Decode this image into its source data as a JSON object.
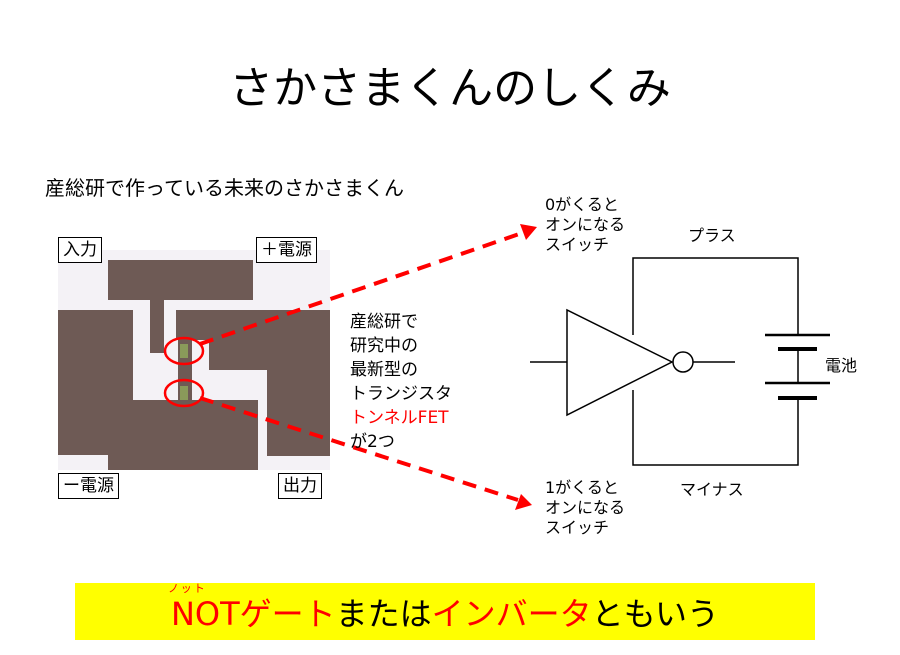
{
  "title": "さかさまくんのしくみ",
  "subtitle": "産総研で作っている未来のさかさまくん",
  "photo_labels": {
    "input": "入力",
    "plus_power": "＋電源",
    "minus_power": "ー電源",
    "output": "出力"
  },
  "middle_text": {
    "lines": [
      "産総研で",
      "研究中の",
      "最新型の",
      "トランジスタ"
    ],
    "highlight": "トンネルFET",
    "last": "が2つ"
  },
  "switch_top": [
    "0がくると",
    "オンになる",
    "スイッチ"
  ],
  "switch_bottom": [
    "1がくると",
    "オンになる",
    "スイッチ"
  ],
  "circuit": {
    "plus": "プラス",
    "minus": "マイナス",
    "battery": "電池"
  },
  "banner": {
    "ruby": "ノット",
    "part1": "NOTゲート",
    "part2": "または",
    "part3": "インバータ",
    "part4": "ともいう"
  },
  "colors": {
    "accent": "#ff0000",
    "banner": "#ffff00",
    "chip": "#6e5a55"
  }
}
